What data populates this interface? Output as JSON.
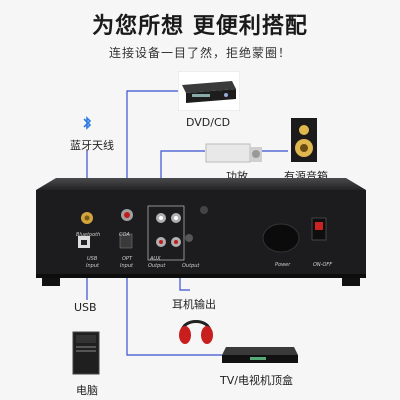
{
  "header": {
    "title": "为您所想 更便利搭配",
    "subtitle": "连接设备一目了然，拒绝蒙圈！"
  },
  "labels": {
    "dvd": "DVD/CD",
    "bluetooth_antenna": "蓝牙天线",
    "amplifier": "功放",
    "active_speaker": "有源音箱",
    "usb": "USB",
    "headphone_out": "耳机输出",
    "computer": "电脑",
    "tv_box": "TV/电视机顶盒"
  },
  "panel": {
    "bluetooth": "Bluetooth",
    "coa": "COA",
    "usb": "USB",
    "input": "Input",
    "opt": "OPT",
    "aux": "AUX",
    "output": "Output",
    "power": "Power",
    "on_off": "ON-OFF"
  },
  "colors": {
    "line": "#3a4fd0",
    "panel": "#1c1c1e",
    "bluetooth_icon": "#2e7be0",
    "headphone_red": "#c81e1e"
  },
  "icons": [
    "bluetooth-icon"
  ]
}
